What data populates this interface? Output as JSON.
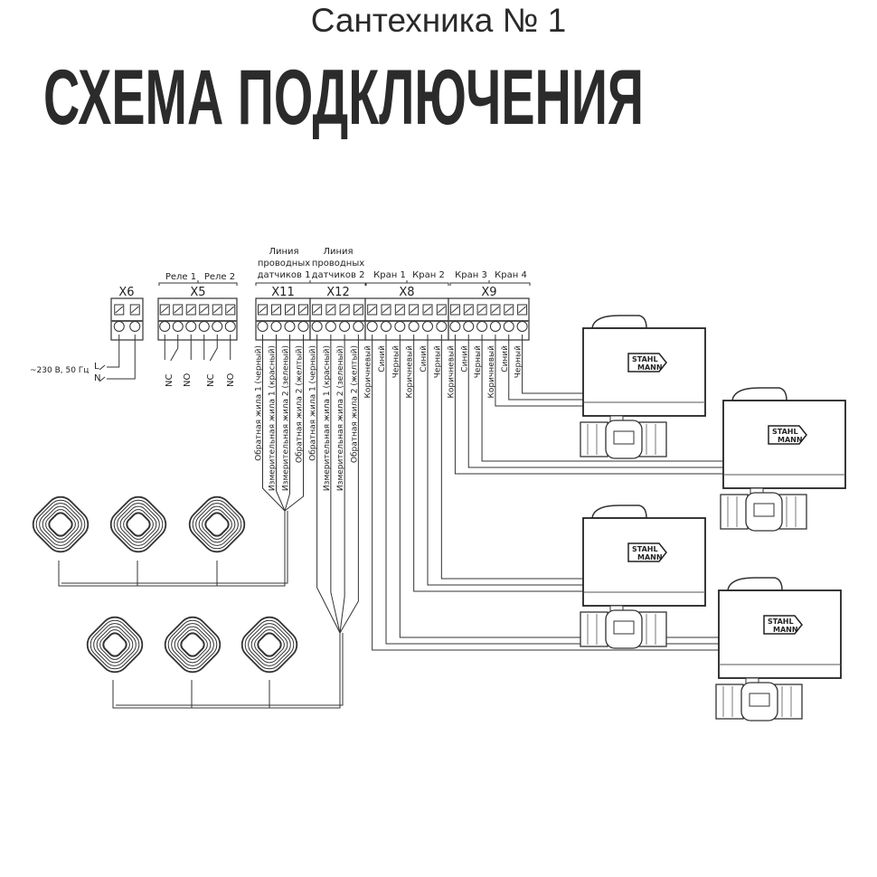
{
  "page_title": "Сантехника № 1",
  "heading": "СХЕМА ПОДКЛЮЧЕНИЯ",
  "brand_logo": "STAHL MANN",
  "power": {
    "label": "~230 В, 50 Гц",
    "L": "L",
    "N": "N"
  },
  "terminals": {
    "X6": "X6",
    "X5": "X5",
    "X11": "X11",
    "X12": "X12",
    "X8": "X8",
    "X9": "X9"
  },
  "groups": {
    "relay1": "Реле 1",
    "relay2": "Реле 2",
    "line1": [
      "Линия",
      "проводных",
      "датчиков 1"
    ],
    "line2": [
      "Линия",
      "проводных",
      "датчиков 2"
    ],
    "valve1": "Кран 1",
    "valve2": "Кран 2",
    "valve3": "Кран 3",
    "valve4": "Кран 4"
  },
  "relay_contacts": [
    "NC",
    "NO",
    "NC",
    "NO"
  ],
  "sensor_wires": [
    "Обратная жила 1 (черный)",
    "Измерительная жила 1 (красный)",
    "Измерительная жила 2 (зеленый)",
    "Обратная жила 2 (желтый)"
  ],
  "valve_wires": [
    "Коричневый",
    "Синий",
    "Черный"
  ]
}
